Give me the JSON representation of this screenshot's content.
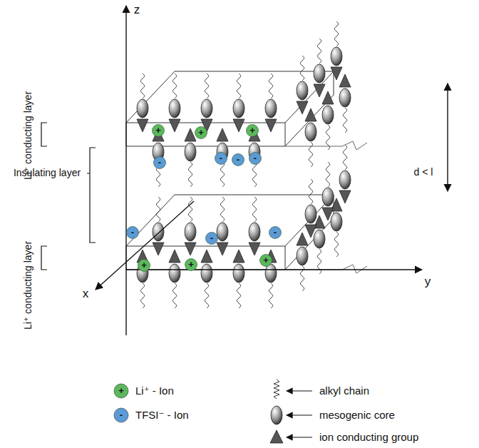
{
  "diagram": {
    "labels": [
      "z",
      "Li⁺ conducting layer",
      "+",
      "+",
      "+",
      "-",
      "-",
      "-",
      "-",
      "d < l",
      "Insulating layer",
      "-",
      "-",
      "-",
      "Li⁺ conducting layer",
      "+",
      "+",
      "+",
      "y",
      "x",
      "+",
      "-"
    ],
    "legend": [
      {
        "text": "Li⁺ - Ion",
        "color": "#5cb85c"
      },
      {
        "text": "TFSI⁻ - Ion",
        "color": "#5b9bd5"
      },
      {
        "text": "alkyl chain"
      },
      {
        "text": "mesogenic core"
      },
      {
        "text": "ion conducting group"
      }
    ]
  }
}
